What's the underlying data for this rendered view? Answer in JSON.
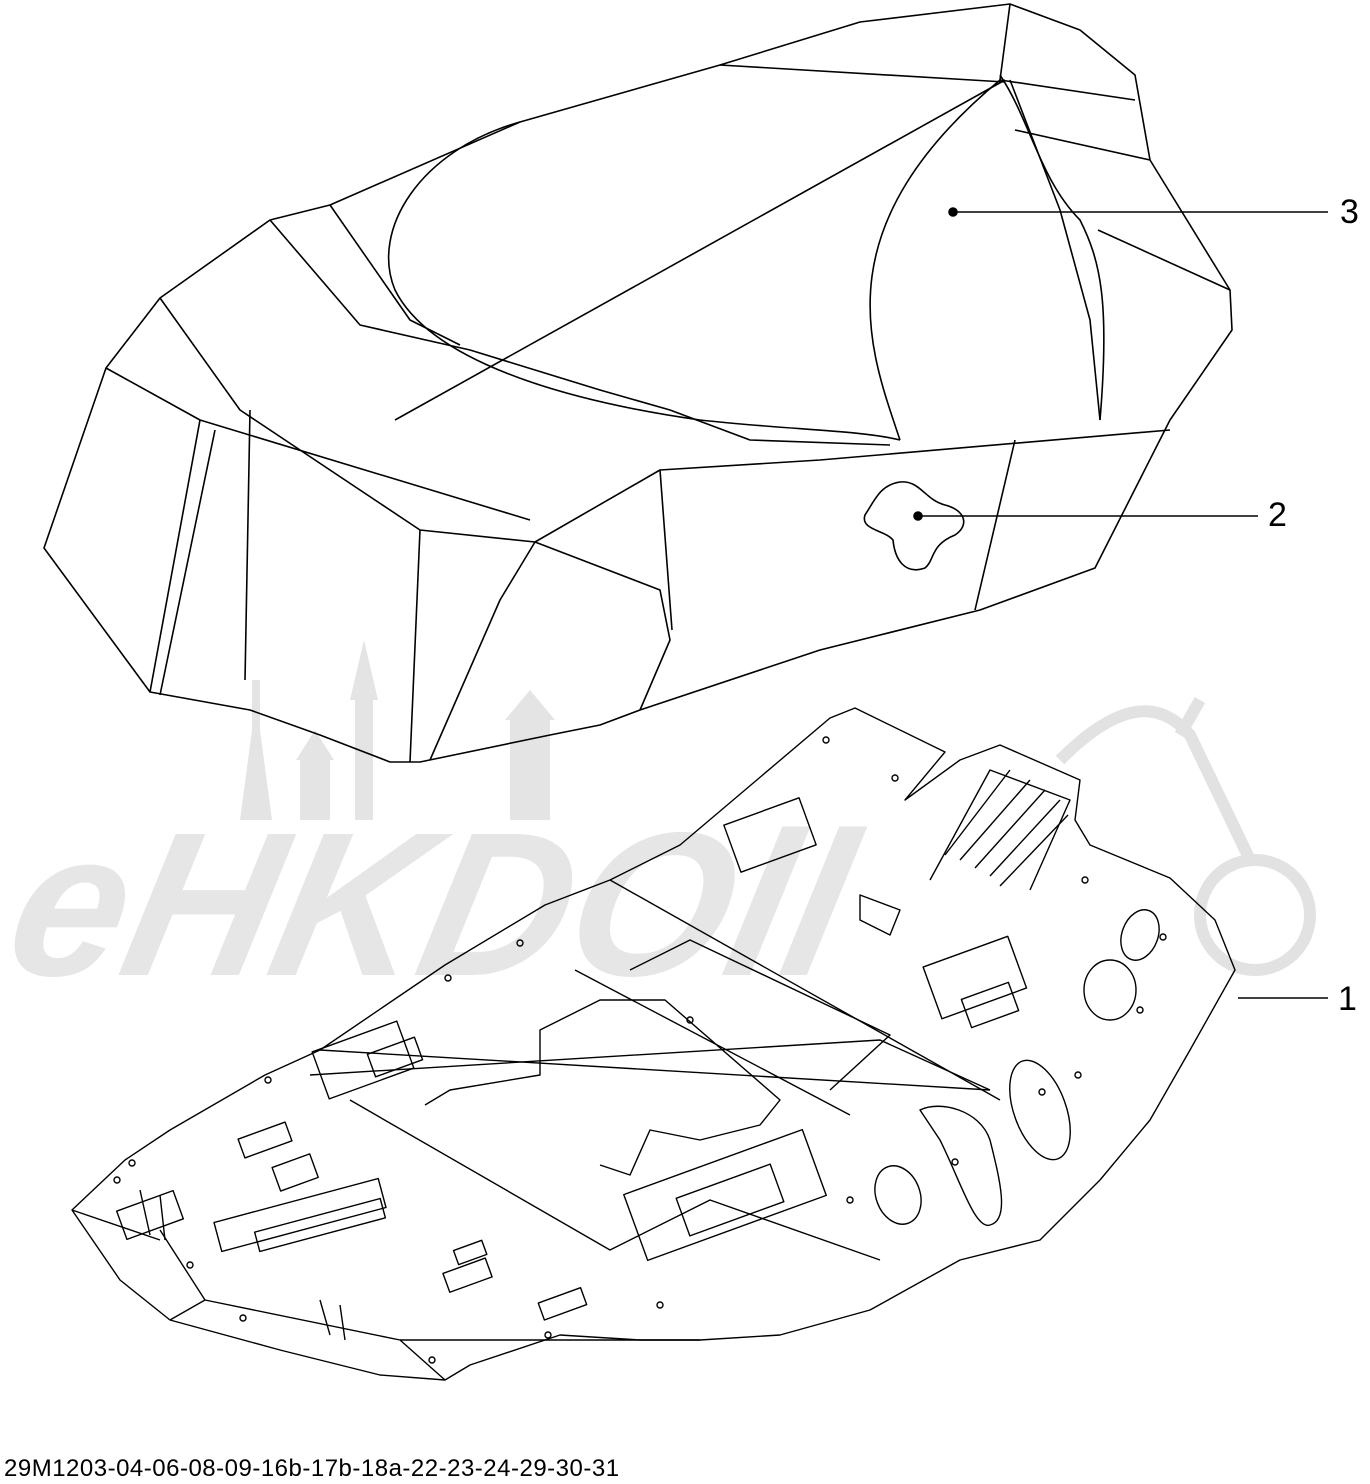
{
  "callouts": [
    {
      "id": "3",
      "label": "3"
    },
    {
      "id": "2",
      "label": "2"
    },
    {
      "id": "1",
      "label": "1"
    }
  ],
  "drawing_number": "29M1203-04-06-08-09-16b-17b-18a-22-23-24-29-30-31",
  "watermark": {
    "text": "AeHKDOll",
    "color": "#e4e4e4"
  },
  "colors": {
    "line": "#000000",
    "background": "#ffffff"
  }
}
